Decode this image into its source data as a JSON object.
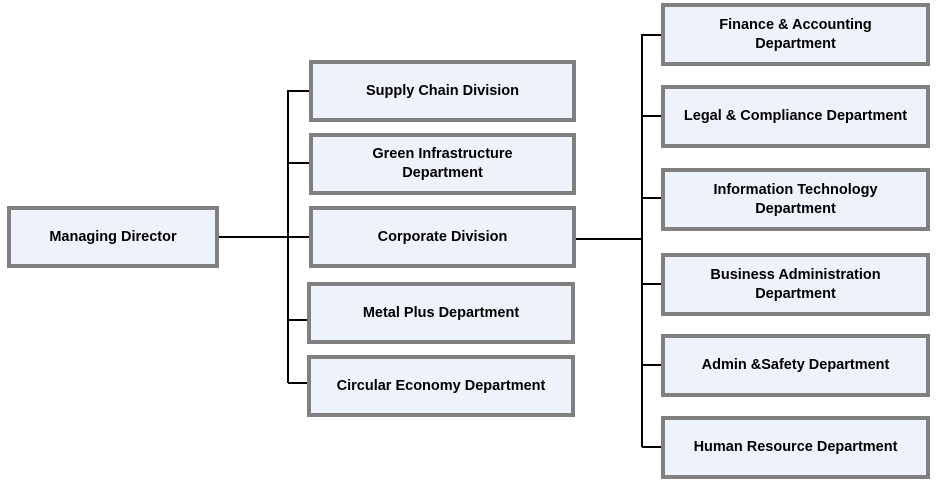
{
  "root": {
    "label": "Managing Director"
  },
  "divisions": [
    {
      "label": "Supply Chain Division"
    },
    {
      "label": "Green Infrastructure\nDepartment"
    },
    {
      "label": "Corporate Division"
    },
    {
      "label": "Metal Plus Department"
    },
    {
      "label": "Circular Economy Department"
    }
  ],
  "corporate_departments": [
    {
      "label": "Finance & Accounting\nDepartment"
    },
    {
      "label": "Legal & Compliance Department"
    },
    {
      "label": "Information Technology\nDepartment"
    },
    {
      "label": "Business Administration\nDepartment"
    },
    {
      "label": "Admin &Safety Department"
    },
    {
      "label": "Human Resource Department"
    }
  ],
  "colors": {
    "box_fill": "#eef2fa",
    "box_border": "#808080",
    "line": "#000000"
  }
}
